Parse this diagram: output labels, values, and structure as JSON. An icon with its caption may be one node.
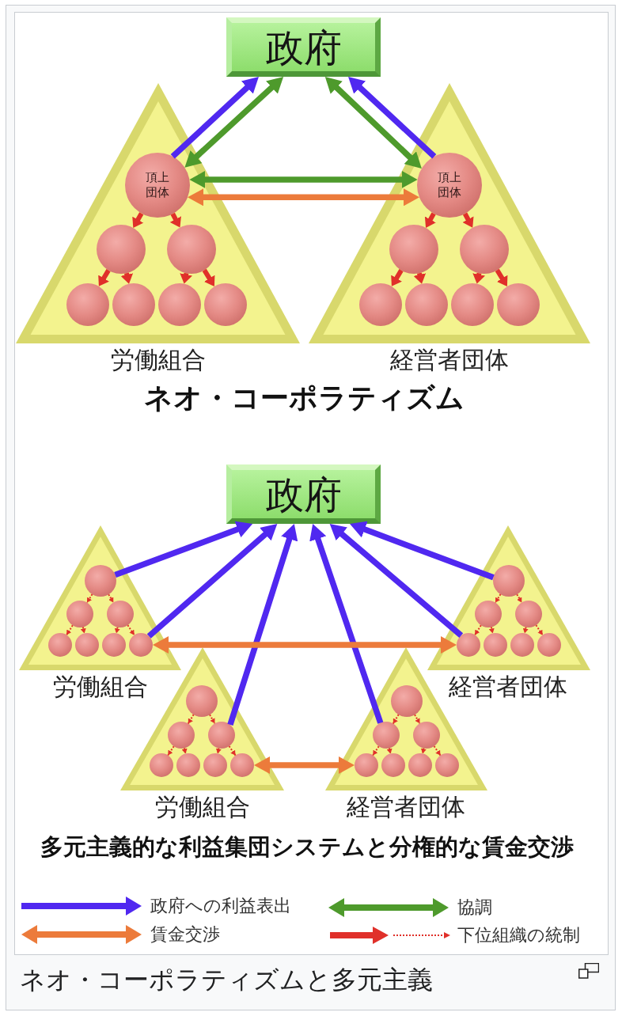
{
  "diagram": {
    "caption": "ネオ・コーポラティズムと多元主義",
    "nodes": [
      {
        "text": [
          "政府"
        ]
      },
      {
        "text": [
          "労働組合"
        ]
      },
      {
        "text": [
          "頂上団体"
        ],
        "in": 1
      },
      {
        "text": [],
        "shape": "circle",
        "in": 1
      },
      {
        "text": [],
        "shape": "circle",
        "in": 1
      },
      {
        "text": [],
        "shape": "circle",
        "in": 1
      },
      {
        "text": [],
        "shape": "circle",
        "in": 1
      },
      {
        "text": [],
        "shape": "circle",
        "in": 1
      },
      {
        "text": [],
        "shape": "circle",
        "in": 1
      },
      {
        "text": [
          "経営者団体"
        ]
      },
      {
        "text": [
          "頂上団体"
        ],
        "in": 9
      },
      {
        "text": [],
        "shape": "circle",
        "in": 9
      },
      {
        "text": [],
        "shape": "circle",
        "in": 9
      },
      {
        "text": [],
        "shape": "circle",
        "in": 9
      },
      {
        "text": [],
        "shape": "circle",
        "in": 9
      },
      {
        "text": [],
        "shape": "circle",
        "in": 9
      },
      {
        "text": [],
        "shape": "circle",
        "in": 9
      },
      {
        "text": [
          "政府"
        ]
      },
      {
        "text": [
          "労働組合"
        ]
      },
      {
        "text": [],
        "shape": "circle",
        "in": 18
      },
      {
        "text": [],
        "shape": "circle",
        "in": 18
      },
      {
        "text": [],
        "shape": "circle",
        "in": 18
      },
      {
        "text": [],
        "shape": "circle",
        "in": 18
      },
      {
        "text": [],
        "shape": "circle",
        "in": 18
      },
      {
        "text": [],
        "shape": "circle",
        "in": 18
      },
      {
        "text": [],
        "shape": "circle",
        "in": 18
      },
      {
        "text": [
          "経営者団体"
        ]
      },
      {
        "text": [],
        "shape": "circle",
        "in": 26
      },
      {
        "text": [],
        "shape": "circle",
        "in": 26
      },
      {
        "text": [],
        "shape": "circle",
        "in": 26
      },
      {
        "text": [],
        "shape": "circle",
        "in": 26
      },
      {
        "text": [],
        "shape": "circle",
        "in": 26
      },
      {
        "text": [],
        "shape": "circle",
        "in": 26
      },
      {
        "text": [],
        "shape": "circle",
        "in": 26
      },
      {
        "text": [
          "労働組合"
        ]
      },
      {
        "text": [],
        "shape": "circle",
        "in": 34
      },
      {
        "text": [],
        "shape": "circle",
        "in": 34
      },
      {
        "text": [],
        "shape": "circle",
        "in": 34
      },
      {
        "text": [],
        "shape": "circle",
        "in": 34
      },
      {
        "text": [],
        "shape": "circle",
        "in": 34
      },
      {
        "text": [],
        "shape": "circle",
        "in": 34
      },
      {
        "text": [],
        "shape": "circle",
        "in": 34
      },
      {
        "text": [
          "経営者団体"
        ]
      },
      {
        "text": [],
        "shape": "circle",
        "in": 42
      },
      {
        "text": [],
        "shape": "circle",
        "in": 42
      },
      {
        "text": [],
        "shape": "circle",
        "in": 42
      },
      {
        "text": [],
        "shape": "circle",
        "in": 42
      },
      {
        "text": [],
        "shape": "circle",
        "in": 42
      },
      {
        "text": [],
        "shape": "circle",
        "in": 42
      },
      {
        "text": [],
        "shape": "circle",
        "in": 42
      }
    ],
    "edges": [
      {
        "from": 2,
        "to": 0,
        "arrow": "to",
        "color": "#5028f0"
      },
      {
        "from": 2,
        "to": 0,
        "arrow": "both",
        "color": "#4e9a2c"
      },
      {
        "from": 10,
        "to": 0,
        "arrow": "both",
        "color": "#4e9a2c"
      },
      {
        "from": 10,
        "to": 0,
        "arrow": "to",
        "color": "#5028f0"
      },
      {
        "from": 2,
        "to": 10,
        "arrow": "both",
        "color": "#4e9a2c"
      },
      {
        "from": 2,
        "to": 10,
        "arrow": "both",
        "color": "#ec7b3b"
      },
      {
        "from": 2,
        "to": 3,
        "arrow": "to"
      },
      {
        "from": 2,
        "to": 4,
        "arrow": "to"
      },
      {
        "from": 3,
        "to": 5,
        "arrow": "to"
      },
      {
        "from": 3,
        "to": 6,
        "arrow": "to"
      },
      {
        "from": 4,
        "to": 7,
        "arrow": "to"
      },
      {
        "from": 4,
        "to": 8,
        "arrow": "to"
      },
      {
        "from": 10,
        "to": 11,
        "arrow": "to"
      },
      {
        "from": 10,
        "to": 12,
        "arrow": "to"
      },
      {
        "from": 11,
        "to": 13,
        "arrow": "to"
      },
      {
        "from": 11,
        "to": 14,
        "arrow": "to"
      },
      {
        "from": 12,
        "to": 15,
        "arrow": "to"
      },
      {
        "from": 12,
        "to": 16,
        "arrow": "to"
      },
      {
        "from": 19,
        "to": 17,
        "arrow": "to",
        "color": "#5028f0"
      },
      {
        "from": 25,
        "to": 17,
        "arrow": "to",
        "color": "#5028f0"
      },
      {
        "from": 37,
        "to": 17,
        "arrow": "to",
        "color": "#5028f0"
      },
      {
        "from": 44,
        "to": 17,
        "arrow": "to",
        "color": "#5028f0"
      },
      {
        "from": 30,
        "to": 17,
        "arrow": "to",
        "color": "#5028f0"
      },
      {
        "from": 27,
        "to": 17,
        "arrow": "to",
        "color": "#5028f0"
      },
      {
        "from": 25,
        "to": 30,
        "arrow": "both",
        "color": "#ec7b3b"
      },
      {
        "from": 41,
        "to": 46,
        "arrow": "both",
        "color": "#ec7b3b"
      },
      {
        "from": 19,
        "to": 20,
        "arrow": "to",
        "style": "dashed"
      },
      {
        "from": 19,
        "to": 21,
        "arrow": "to",
        "style": "dashed"
      },
      {
        "from": 20,
        "to": 22,
        "arrow": "to",
        "style": "dashed"
      },
      {
        "from": 20,
        "to": 23,
        "arrow": "to",
        "style": "dashed"
      },
      {
        "from": 21,
        "to": 24,
        "arrow": "to",
        "style": "dashed"
      },
      {
        "from": 21,
        "to": 25,
        "arrow": "to",
        "style": "dashed"
      },
      {
        "from": 27,
        "to": 28,
        "arrow": "to",
        "style": "dashed"
      },
      {
        "from": 27,
        "to": 29,
        "arrow": "to",
        "style": "dashed"
      },
      {
        "from": 28,
        "to": 30,
        "arrow": "to",
        "style": "dashed"
      },
      {
        "from": 28,
        "to": 31,
        "arrow": "to",
        "style": "dashed"
      },
      {
        "from": 29,
        "to": 32,
        "arrow": "to",
        "style": "dashed"
      },
      {
        "from": 29,
        "to": 33,
        "arrow": "to",
        "style": "dashed"
      },
      {
        "from": 35,
        "to": 36,
        "arrow": "to",
        "style": "dashed"
      },
      {
        "from": 35,
        "to": 37,
        "arrow": "to",
        "style": "dashed"
      },
      {
        "from": 36,
        "to": 38,
        "arrow": "to",
        "style": "dashed"
      },
      {
        "from": 36,
        "to": 39,
        "arrow": "to",
        "style": "dashed"
      },
      {
        "from": 37,
        "to": 40,
        "arrow": "to",
        "style": "dashed"
      },
      {
        "from": 37,
        "to": 41,
        "arrow": "to",
        "style": "dashed"
      },
      {
        "from": 43,
        "to": 44,
        "arrow": "to",
        "style": "dashed"
      },
      {
        "from": 43,
        "to": 45,
        "arrow": "to",
        "style": "dashed"
      },
      {
        "from": 44,
        "to": 46,
        "arrow": "to",
        "style": "dashed"
      },
      {
        "from": 44,
        "to": 47,
        "arrow": "to",
        "style": "dashed"
      },
      {
        "from": 45,
        "to": 48,
        "arrow": "to",
        "style": "dashed"
      },
      {
        "from": 45,
        "to": 49,
        "arrow": "to",
        "style": "dashed"
      }
    ],
    "labels": [
      "ネオ・コーポラティズム",
      "多元主義的な利益集団システムと分権的な賃金交渉"
    ],
    "legend": [
      {
        "text": "政府への利益表出"
      },
      {
        "text": "協調"
      },
      {
        "text": "賃金交渉"
      },
      {
        "text": "下位組織の統制"
      }
    ]
  }
}
